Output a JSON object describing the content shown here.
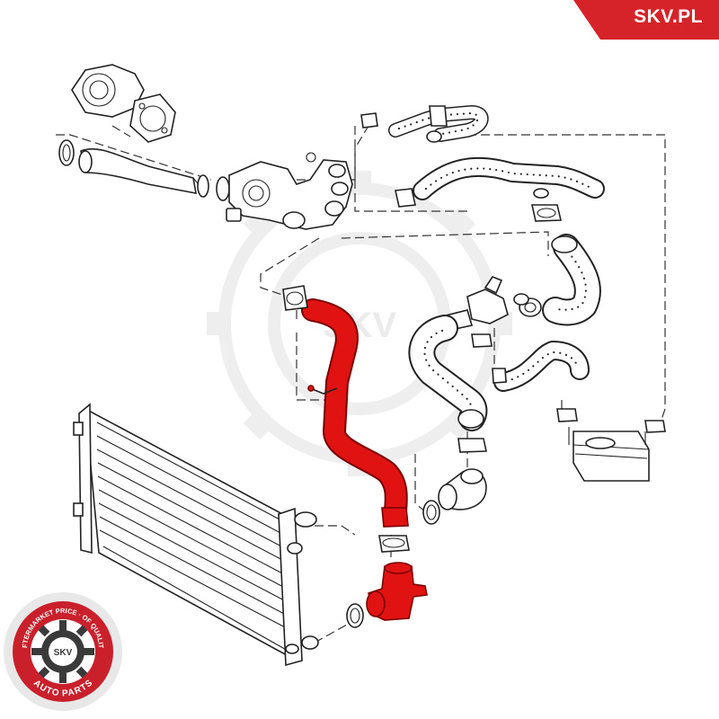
{
  "brand": {
    "site_label": "SKV.PL",
    "corner_color": "#d6232a"
  },
  "seal": {
    "ring_text": "AFTERMARKET PRICE · OF QUALITY",
    "bottom_text": "AUTO PARTS",
    "center_text": "SKV",
    "ring_color": "#c9202b",
    "outer_color": "#e8e8e8"
  },
  "watermark": {
    "text": "SKV"
  },
  "colors": {
    "highlight": "#e01212",
    "line": "#222222"
  },
  "highlighted_parts": [
    "radiator-coolant-hose",
    "coolant-flange"
  ]
}
